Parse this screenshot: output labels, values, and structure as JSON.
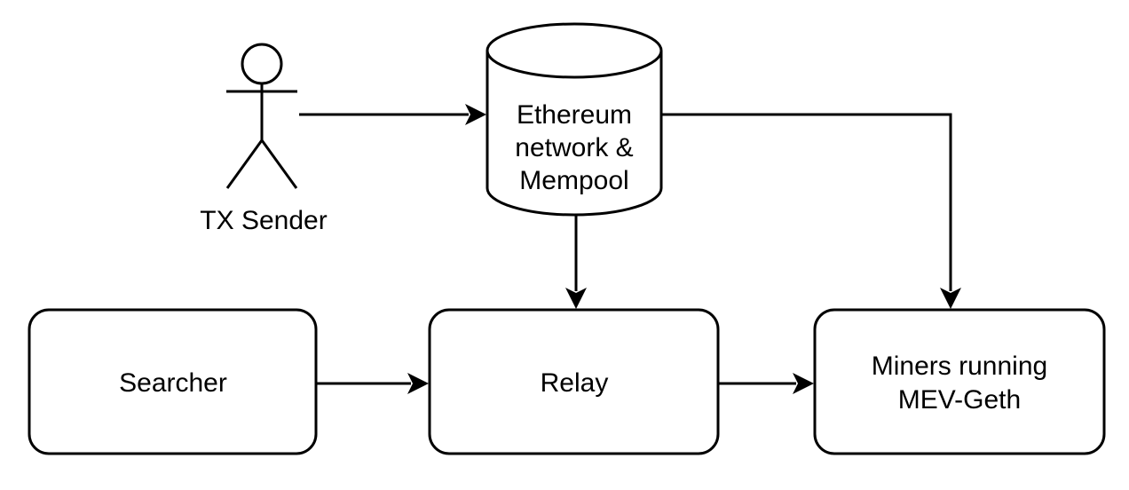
{
  "nodes": {
    "actor": {
      "label": "TX Sender"
    },
    "mempool": {
      "line1": "Ethereum",
      "line2": "network &",
      "line3": "Mempool"
    },
    "searcher": {
      "label": "Searcher"
    },
    "relay": {
      "label": "Relay"
    },
    "miners": {
      "line1": "Miners running",
      "line2": "MEV-Geth"
    }
  },
  "edges": [
    {
      "from": "TX Sender",
      "to": "Ethereum network & Mempool"
    },
    {
      "from": "Ethereum network & Mempool",
      "to": "Relay"
    },
    {
      "from": "Ethereum network & Mempool",
      "to": "Miners running MEV-Geth"
    },
    {
      "from": "Searcher",
      "to": "Relay"
    },
    {
      "from": "Relay",
      "to": "Miners running MEV-Geth"
    }
  ],
  "colors": {
    "stroke": "#000000",
    "background": "#ffffff"
  }
}
